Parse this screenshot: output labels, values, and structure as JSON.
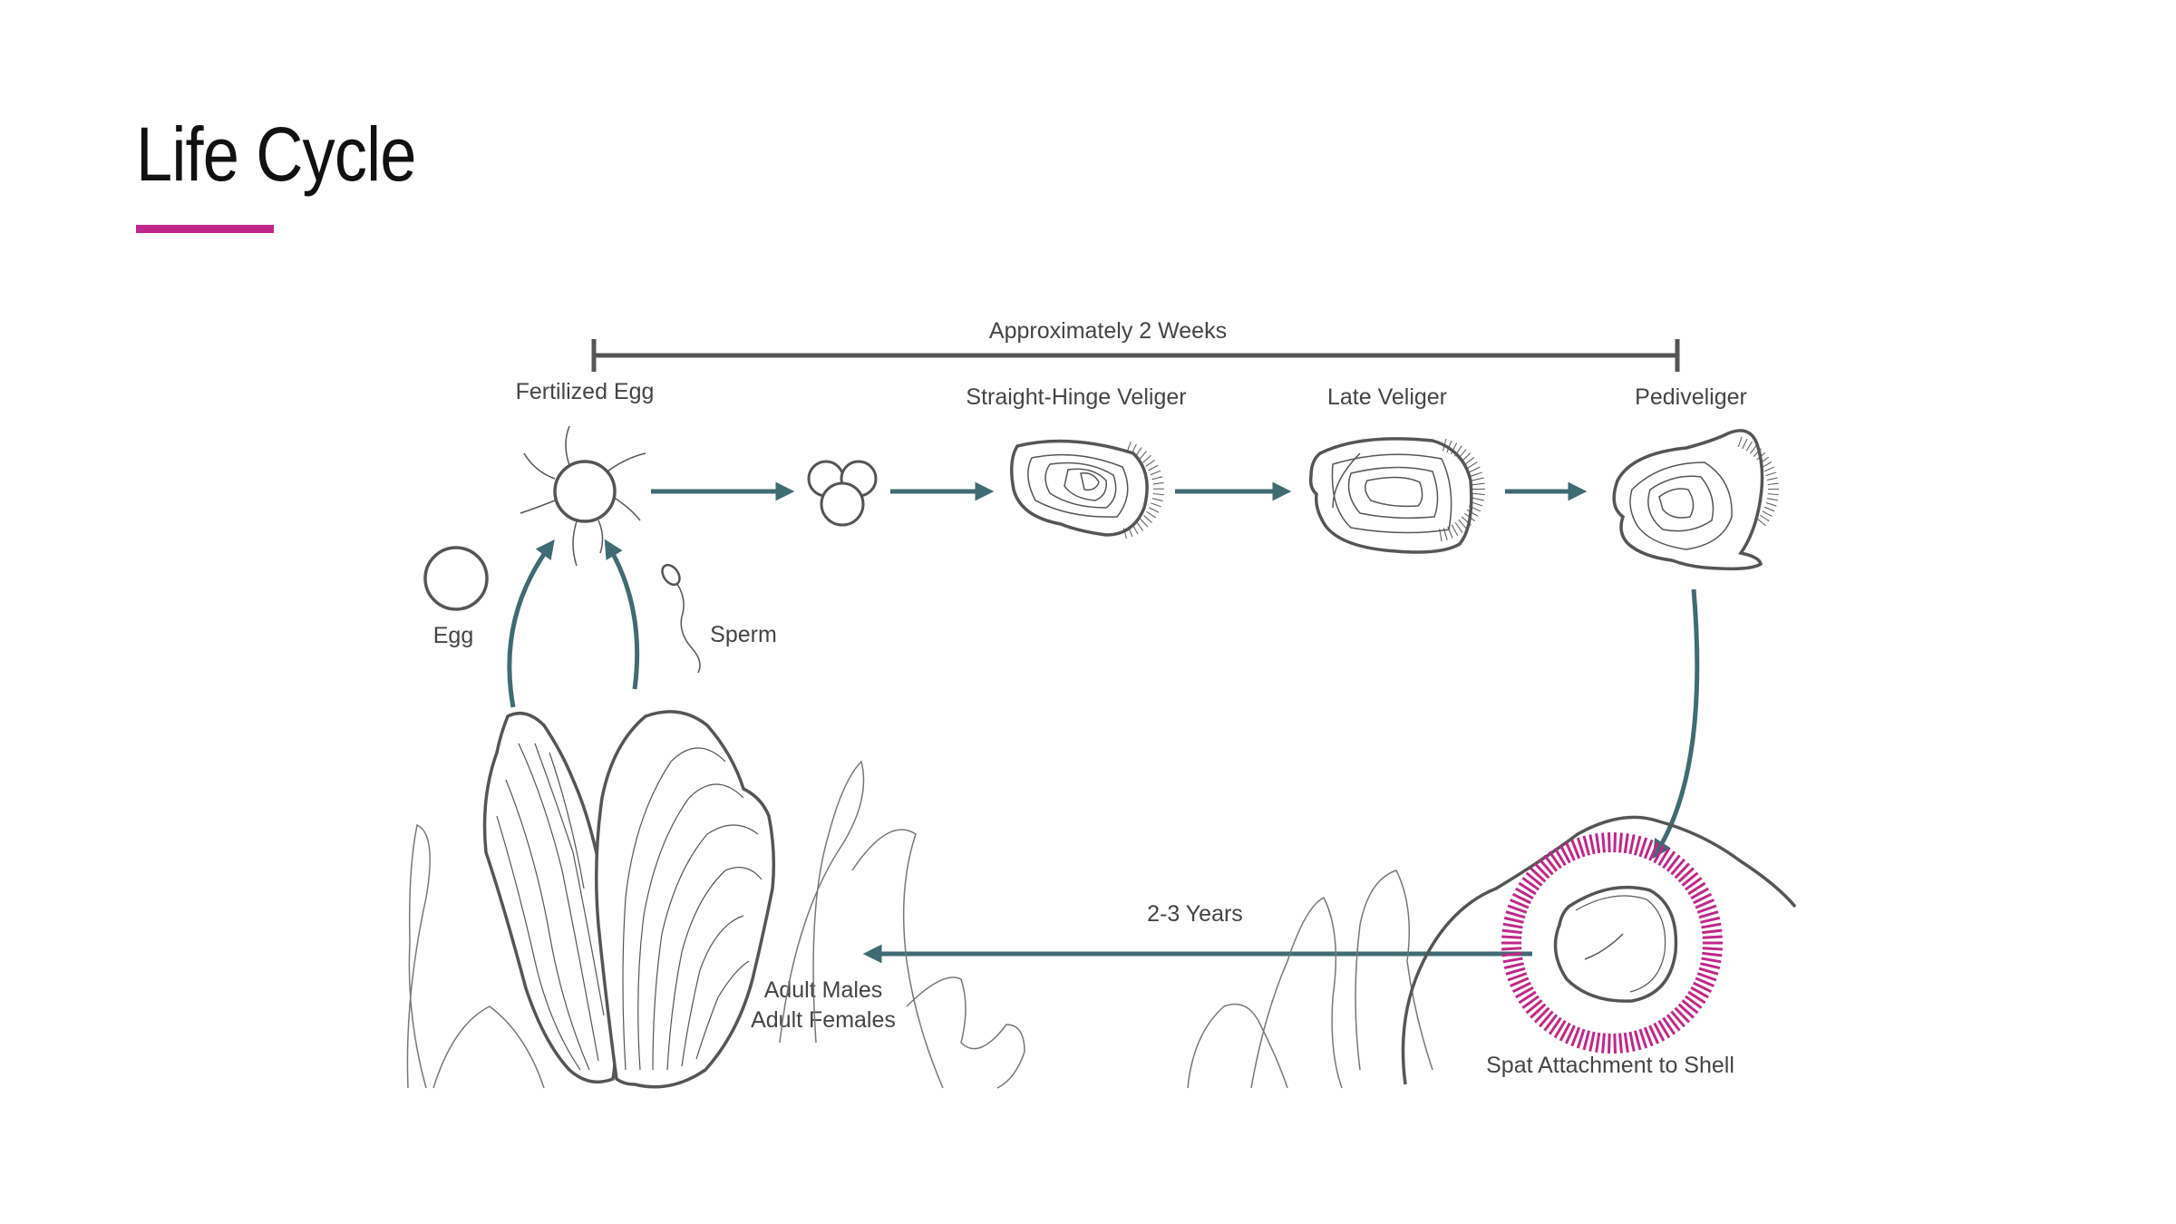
{
  "title": "Life Cycle",
  "colors": {
    "accent": "#c0268a",
    "arrow": "#3f6b73",
    "outline": "#555555",
    "label": "#444444"
  },
  "timeline": {
    "label": "Approximately 2 Weeks"
  },
  "stages": {
    "fertilized_egg": "Fertilized Egg",
    "straight_hinge": "Straight-Hinge Veliger",
    "late_veliger": "Late Veliger",
    "pediveliger": "Pediveliger",
    "egg": "Egg",
    "sperm": "Sperm",
    "spat": "Spat Attachment to Shell",
    "adult_males": "Adult Males",
    "adult_females": "Adult Females"
  },
  "bottom_arrow": {
    "label": "2-3 Years"
  }
}
